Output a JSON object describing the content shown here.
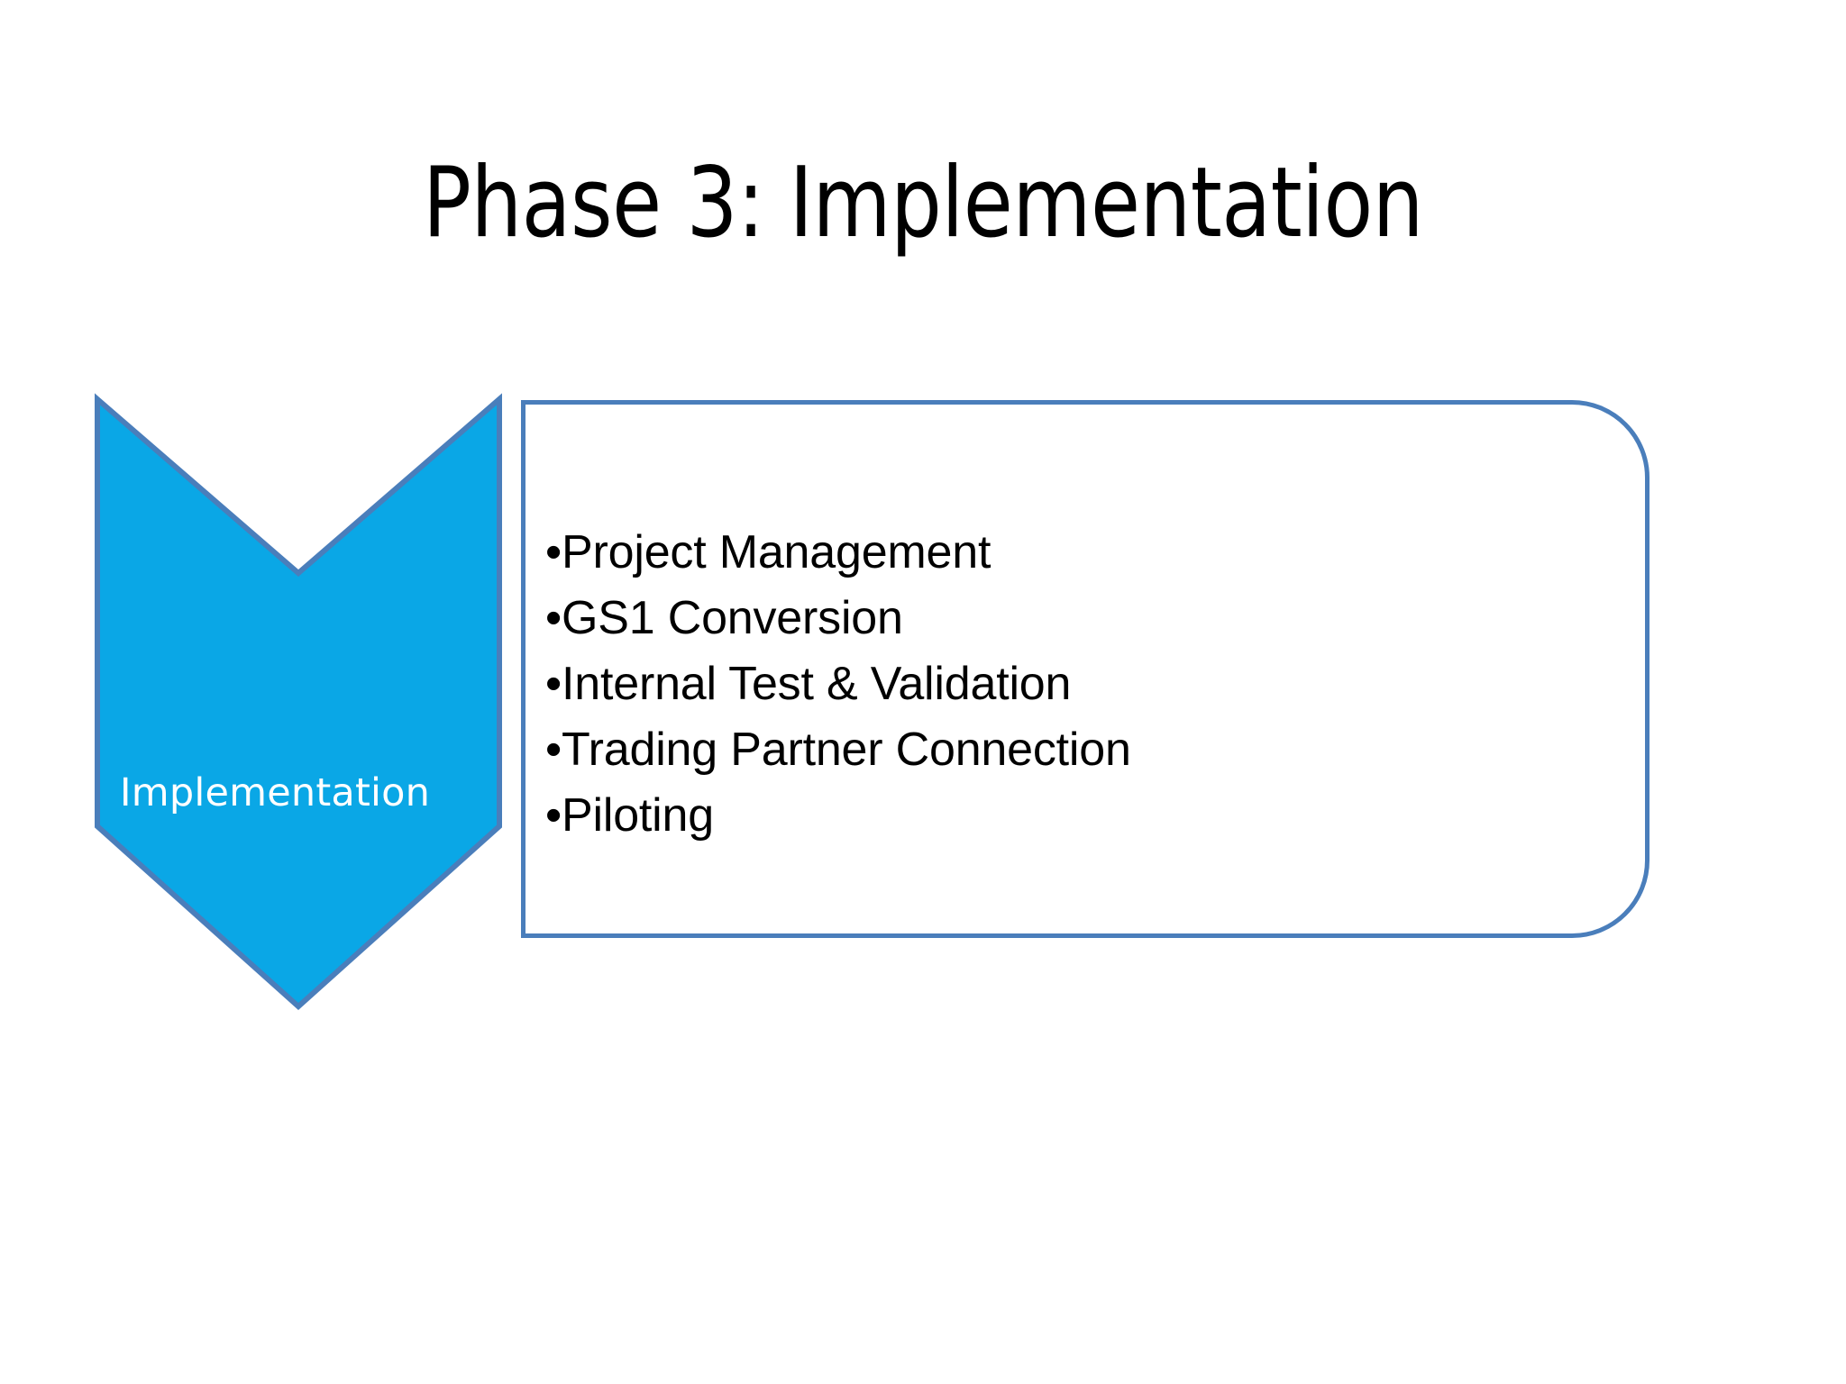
{
  "slide": {
    "title": "Phase 3: Implementation",
    "background_color": "#FFFFFF"
  },
  "chevron": {
    "label": "Implementation",
    "fill_color": "#0AA7E6",
    "stroke_color": "#4A7EBB",
    "text_color": "#FFFFFF",
    "shape": "down-chevron"
  },
  "content_box": {
    "border_color": "#4A7EBB",
    "fill_color": "#FFFFFF",
    "bullet_glyph": "•",
    "bullets": [
      "Project Management",
      "GS1 Conversion",
      "Internal Test & Validation",
      "Trading Partner Connection",
      "Piloting"
    ]
  }
}
